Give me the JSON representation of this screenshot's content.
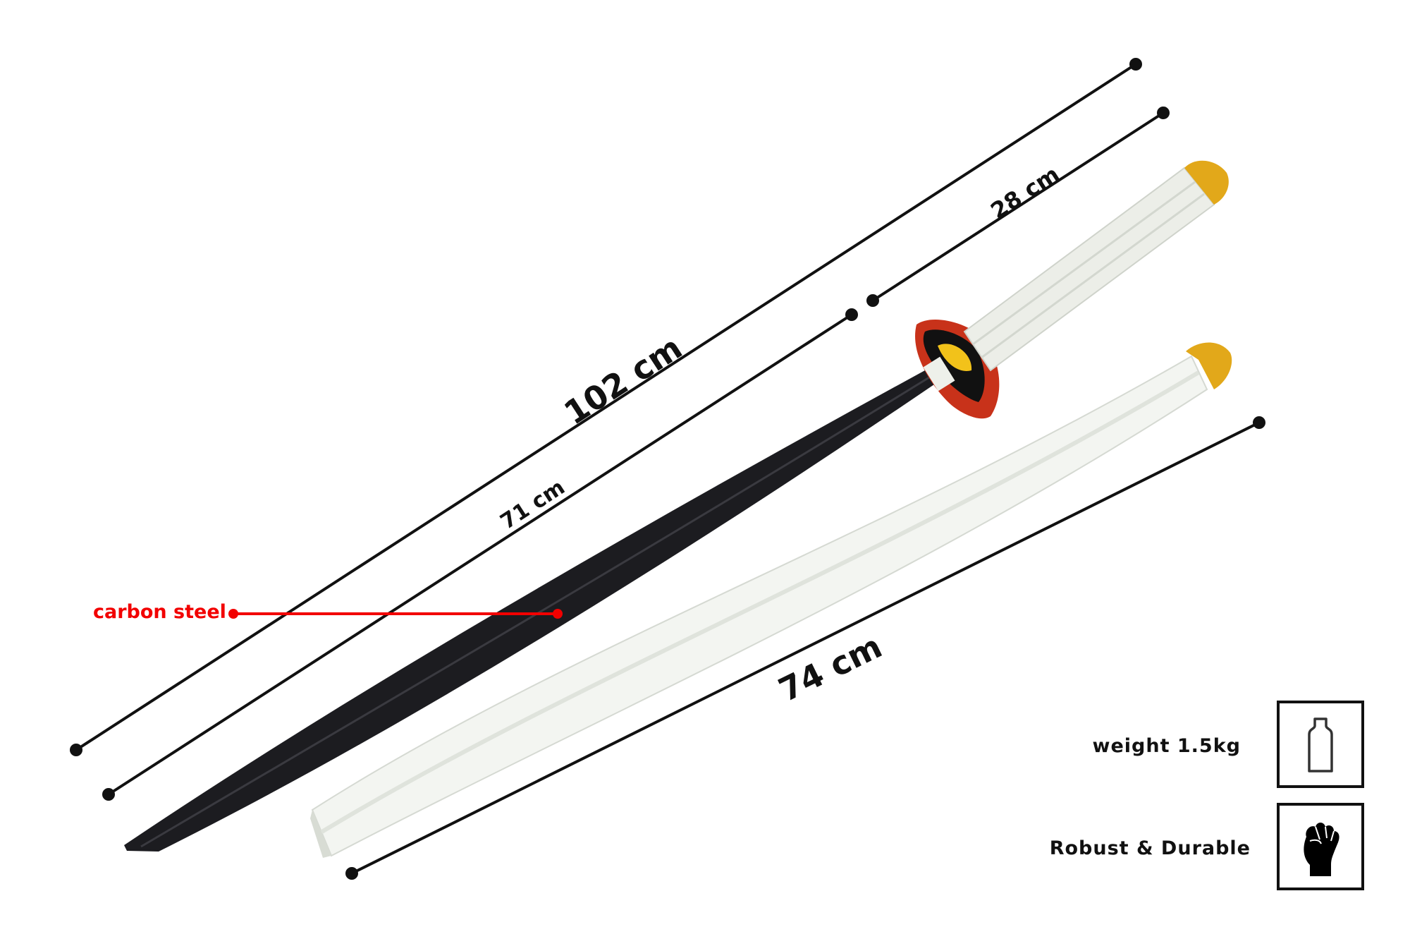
{
  "dimensions": {
    "total_length": "102 cm",
    "blade_length": "71 cm",
    "handle_length": "28 cm",
    "scabbard_length": "74 cm"
  },
  "callout": {
    "label": "carbon steel",
    "color": "#f20000"
  },
  "features": [
    {
      "label": "weight 1.5kg",
      "icon": "weight-icon"
    },
    {
      "label": "Robust & Durable",
      "icon": "fist-icon"
    }
  ],
  "colors": {
    "line": "#111111",
    "blade": "#1c1c20",
    "handle": "#ecefe8",
    "pommel": "#e8a91a",
    "guard": "#c8321a"
  }
}
